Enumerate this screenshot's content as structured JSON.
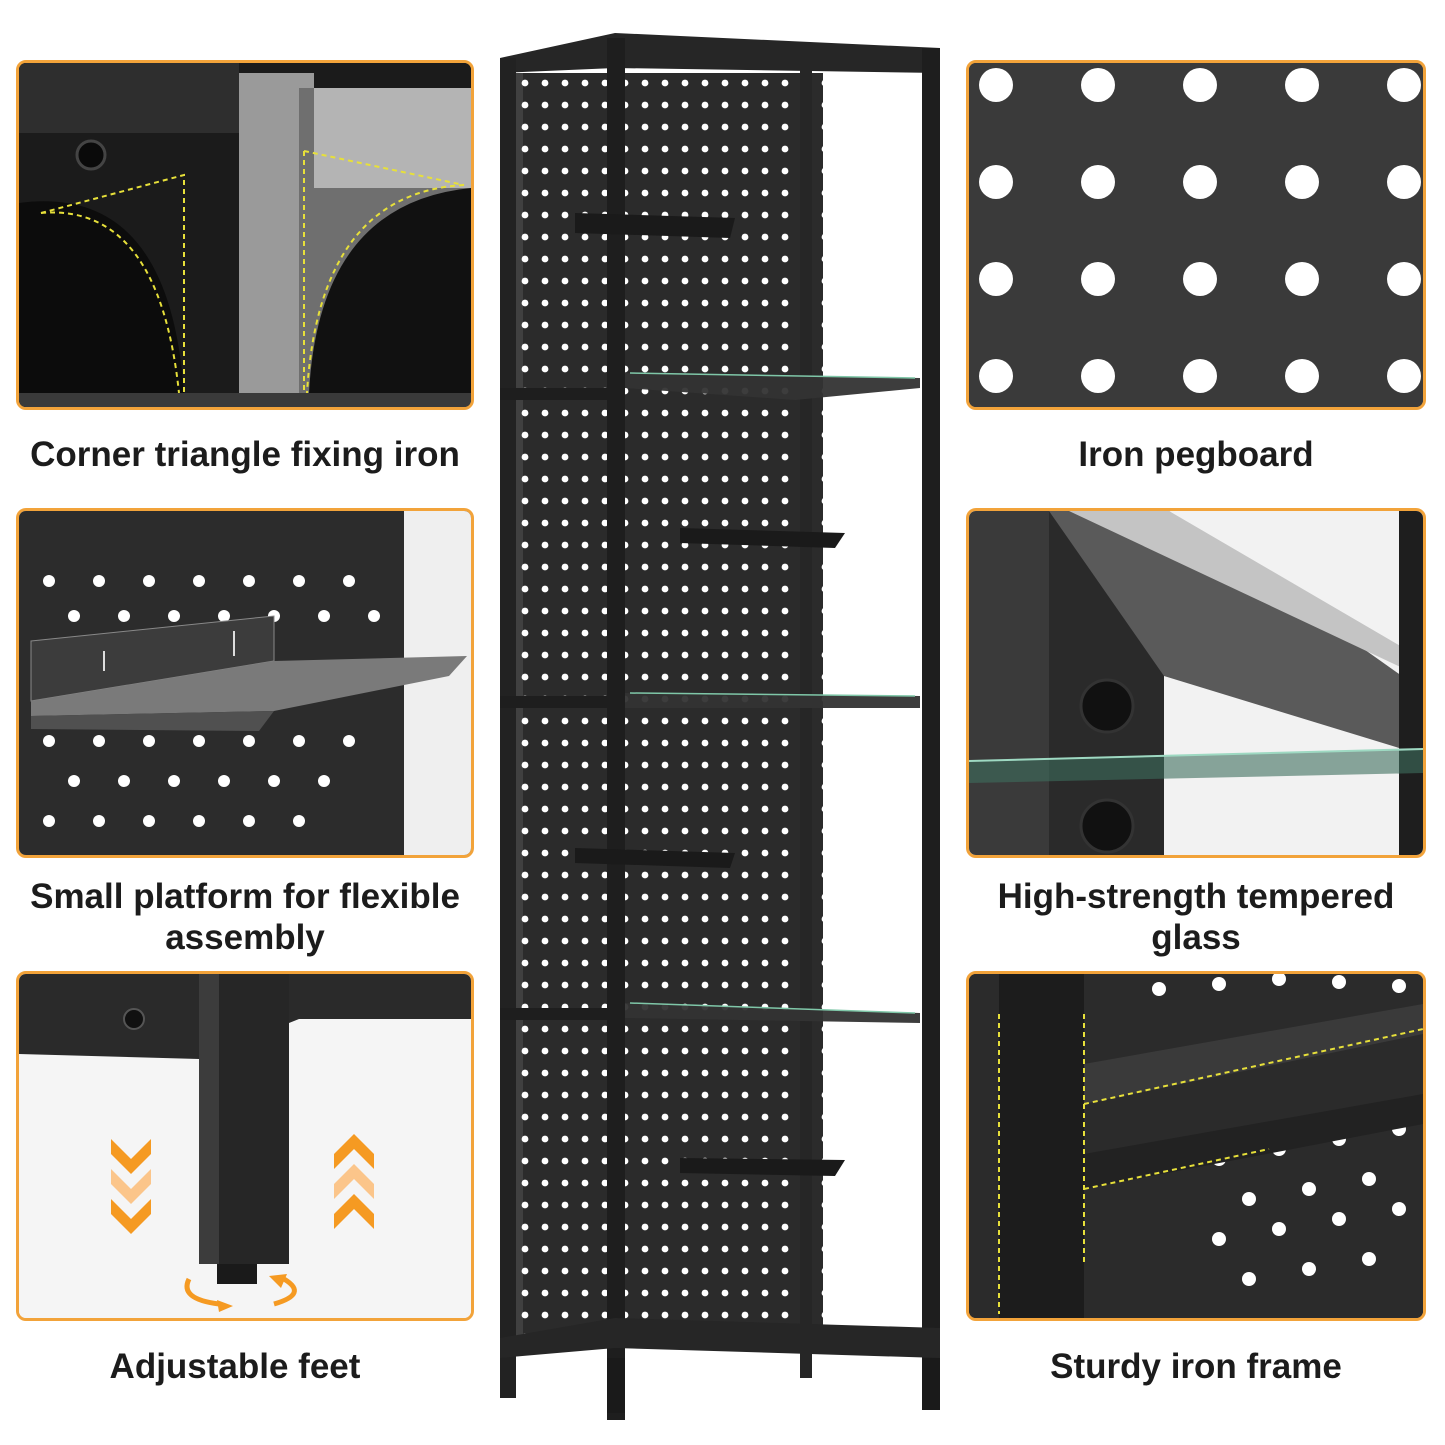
{
  "colors": {
    "frame_border": "#f2a33a",
    "caption_text": "#1c1c1c",
    "metal_dark": "#2b2b2b",
    "accent_yellow": "#e7e03a",
    "accent_orange": "#f59a22"
  },
  "panels": [
    {
      "id": "corner",
      "caption": "Corner triangle fixing iron"
    },
    {
      "id": "pegboard",
      "caption": "Iron pegboard"
    },
    {
      "id": "platform",
      "caption": "Small platform for flexible assembly"
    },
    {
      "id": "glass",
      "caption": "High-strength tempered glass"
    },
    {
      "id": "feet",
      "caption": "Adjustable feet"
    },
    {
      "id": "frame",
      "caption": "Sturdy iron frame"
    }
  ]
}
